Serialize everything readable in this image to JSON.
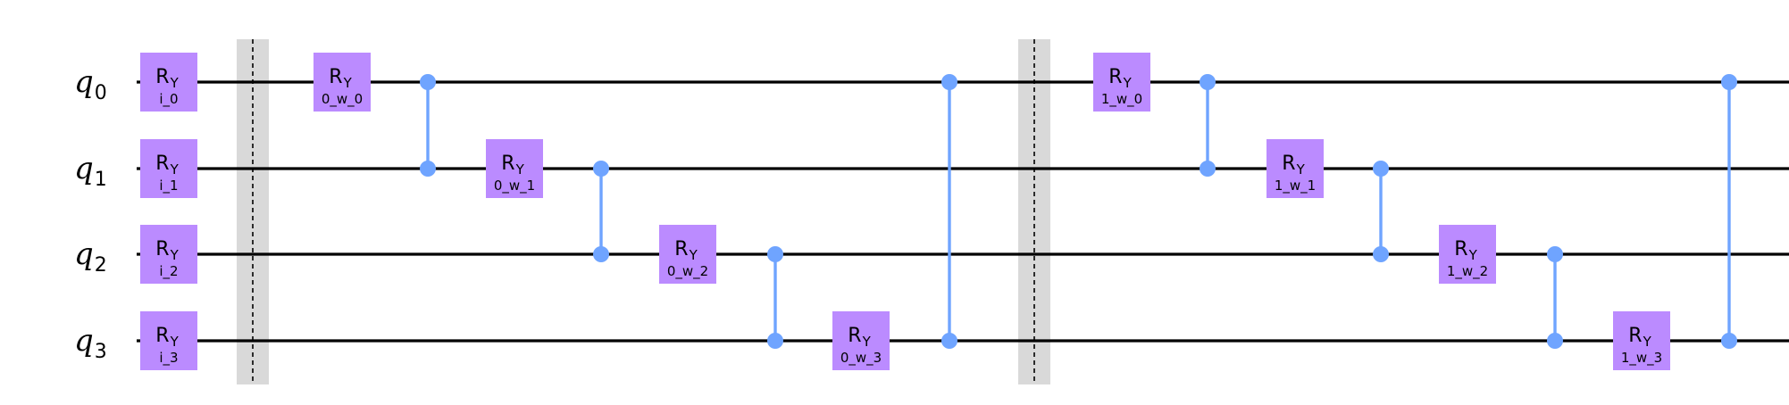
{
  "colors": {
    "wire": "#000000",
    "gate_fill": "#bb8bff",
    "control": "#6fa4ff",
    "barrier": "#d9d9d9"
  },
  "qubits": [
    {
      "label": "q",
      "index": "0"
    },
    {
      "label": "q",
      "index": "1"
    },
    {
      "label": "q",
      "index": "2"
    },
    {
      "label": "q",
      "index": "3"
    }
  ],
  "operations": [
    {
      "type": "gate",
      "name": "R",
      "sub": "Y",
      "param": "i_0",
      "qubit": 0,
      "column": 0
    },
    {
      "type": "gate",
      "name": "R",
      "sub": "Y",
      "param": "i_1",
      "qubit": 1,
      "column": 0
    },
    {
      "type": "gate",
      "name": "R",
      "sub": "Y",
      "param": "i_2",
      "qubit": 2,
      "column": 0
    },
    {
      "type": "gate",
      "name": "R",
      "sub": "Y",
      "param": "i_3",
      "qubit": 3,
      "column": 0
    },
    {
      "type": "barrier",
      "column": 1
    },
    {
      "type": "gate",
      "name": "R",
      "sub": "Y",
      "param": "0_w_0",
      "qubit": 0,
      "column": 2
    },
    {
      "type": "cz",
      "qubits": [
        0,
        1
      ],
      "column": 3
    },
    {
      "type": "gate",
      "name": "R",
      "sub": "Y",
      "param": "0_w_1",
      "qubit": 1,
      "column": 4
    },
    {
      "type": "cz",
      "qubits": [
        1,
        2
      ],
      "column": 5
    },
    {
      "type": "gate",
      "name": "R",
      "sub": "Y",
      "param": "0_w_2",
      "qubit": 2,
      "column": 6
    },
    {
      "type": "cz",
      "qubits": [
        2,
        3
      ],
      "column": 7
    },
    {
      "type": "gate",
      "name": "R",
      "sub": "Y",
      "param": "0_w_3",
      "qubit": 3,
      "column": 8
    },
    {
      "type": "cz",
      "qubits": [
        0,
        3
      ],
      "column": 9
    },
    {
      "type": "barrier",
      "column": 10
    },
    {
      "type": "gate",
      "name": "R",
      "sub": "Y",
      "param": "1_w_0",
      "qubit": 0,
      "column": 11
    },
    {
      "type": "cz",
      "qubits": [
        0,
        1
      ],
      "column": 12
    },
    {
      "type": "gate",
      "name": "R",
      "sub": "Y",
      "param": "1_w_1",
      "qubit": 1,
      "column": 13
    },
    {
      "type": "cz",
      "qubits": [
        1,
        2
      ],
      "column": 14
    },
    {
      "type": "gate",
      "name": "R",
      "sub": "Y",
      "param": "1_w_2",
      "qubit": 2,
      "column": 15
    },
    {
      "type": "cz",
      "qubits": [
        2,
        3
      ],
      "column": 16
    },
    {
      "type": "gate",
      "name": "R",
      "sub": "Y",
      "param": "1_w_3",
      "qubit": 3,
      "column": 17
    },
    {
      "type": "cz",
      "qubits": [
        0,
        3
      ],
      "column": 18
    }
  ]
}
